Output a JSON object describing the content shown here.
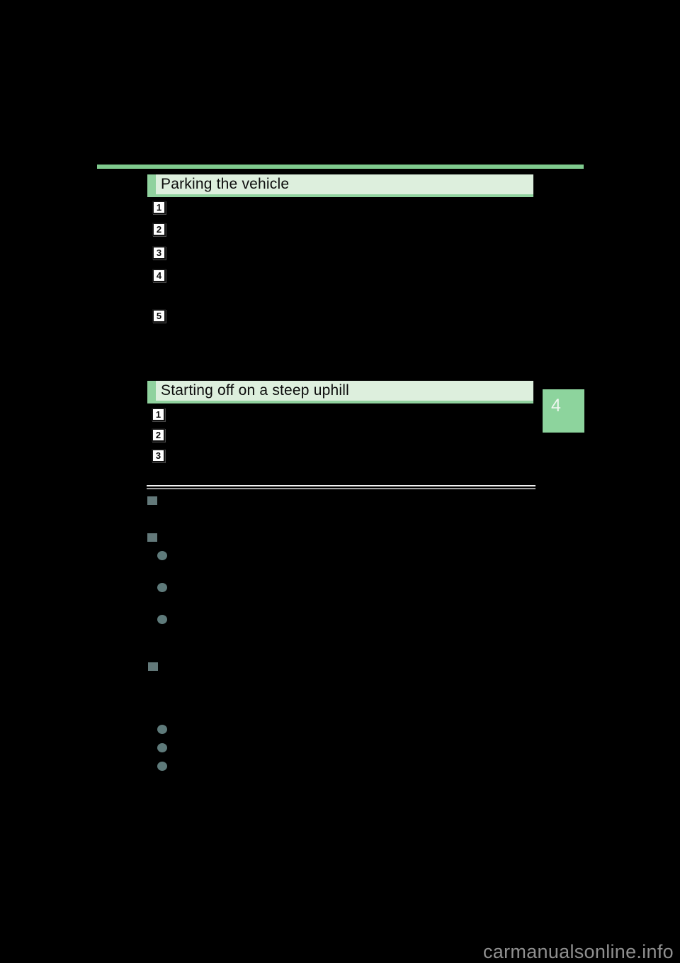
{
  "colors": {
    "page_background": "#000000",
    "rule_green": "#7fca8e",
    "header_background": "#ddefdd",
    "header_accent_green": "#90d29e",
    "chapter_tab_green": "#8dd49d",
    "marker_teal": "#5e7a7a",
    "step_box_background": "#ffffff",
    "watermark_gray": "#8f8f8f"
  },
  "chapter_tab": {
    "label": "4"
  },
  "sections": [
    {
      "title": "Parking the vehicle",
      "steps": [
        "1",
        "2",
        "3",
        "4",
        "5"
      ]
    },
    {
      "title": "Starting off on a steep uphill",
      "steps": [
        "1",
        "2",
        "3"
      ]
    }
  ],
  "info_markers": {
    "group1": {
      "square_items": 2,
      "bullet_items": 3
    },
    "group2": {
      "square_items": 1,
      "bullet_items": 3
    }
  },
  "watermark": {
    "text": "carmanualsonline.info"
  }
}
